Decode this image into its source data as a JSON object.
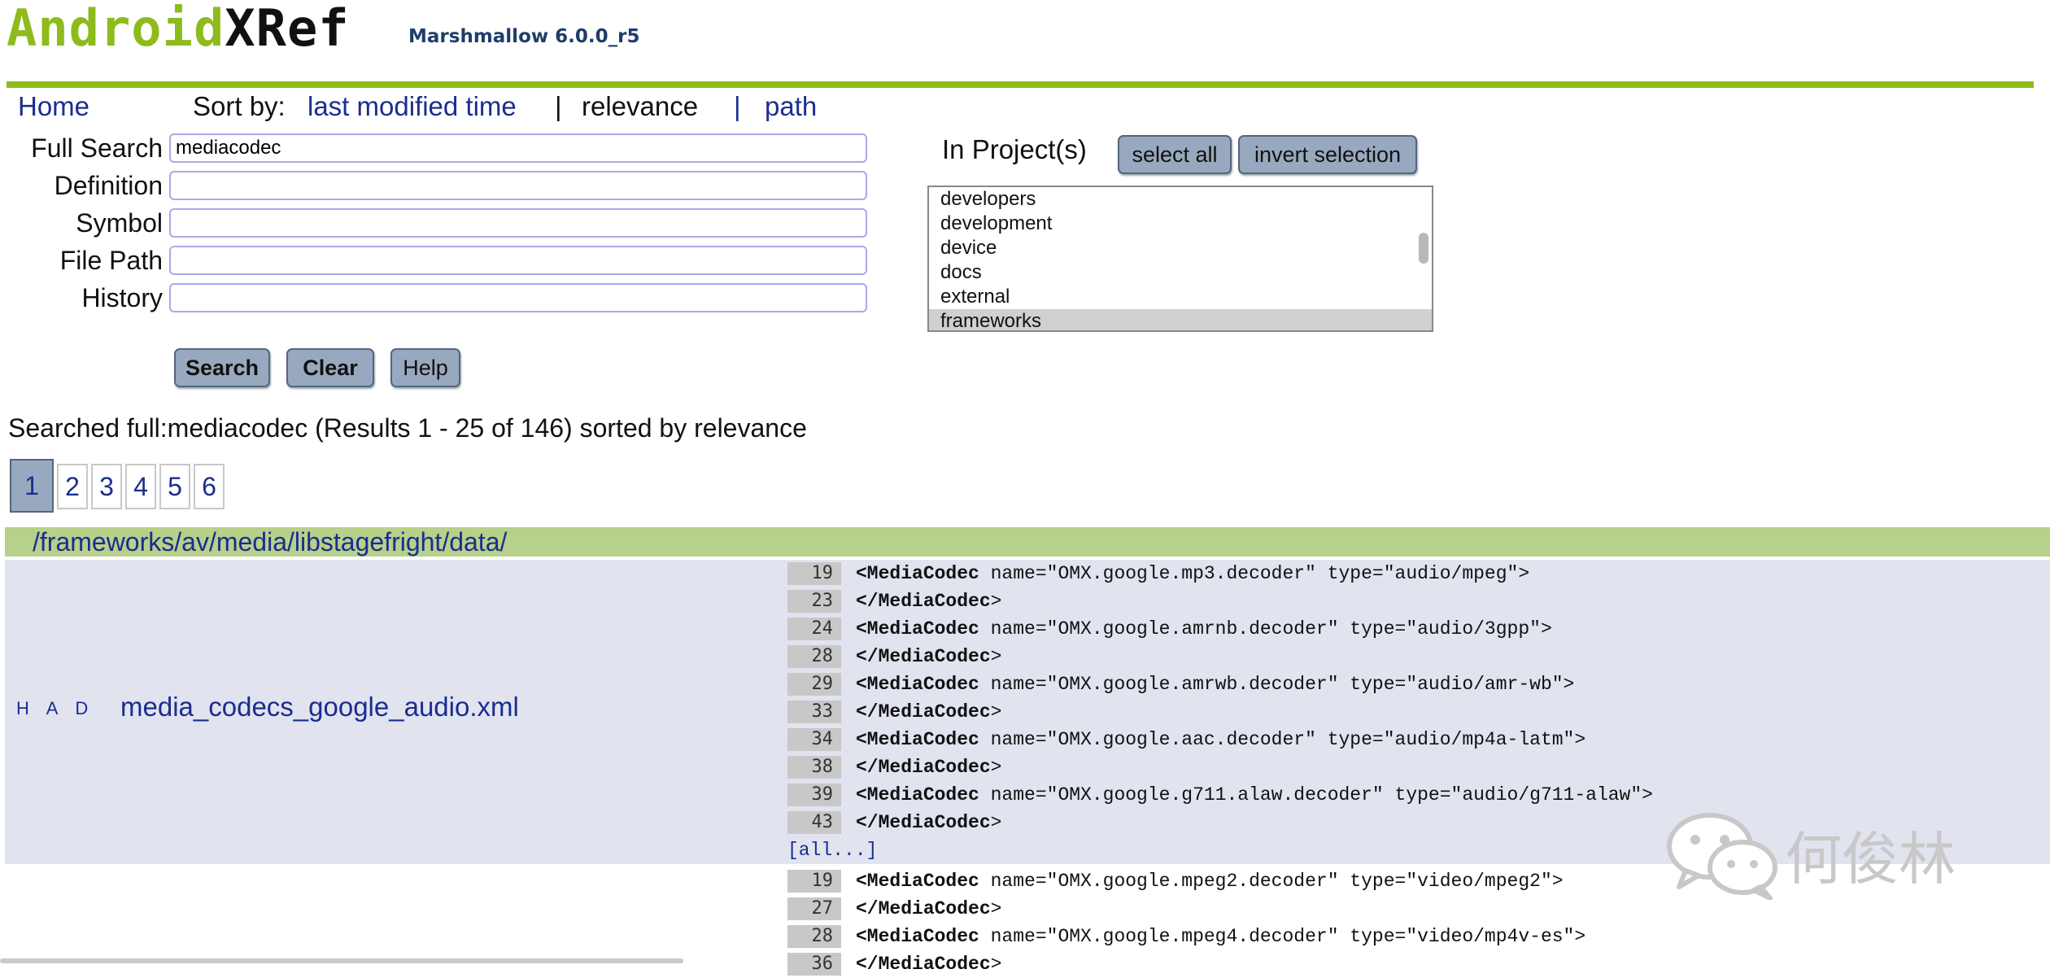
{
  "header": {
    "logo_part1": "Android",
    "logo_part2": "XRef",
    "version": "Marshmallow 6.0.0_r5",
    "accent_color": "#8dbb1b"
  },
  "nav": {
    "home": "Home",
    "sort_by": "Sort by:",
    "last_modified": "last modified time",
    "sep1": "|",
    "relevance": "relevance",
    "sep2": "|",
    "path": "path"
  },
  "form": {
    "full_search_label": "Full Search",
    "full_search_value": "mediacodec",
    "definition_label": "Definition",
    "definition_value": "",
    "symbol_label": "Symbol",
    "symbol_value": "",
    "file_path_label": "File Path",
    "file_path_value": "",
    "history_label": "History",
    "history_value": "",
    "search_btn": "Search",
    "clear_btn": "Clear",
    "help_btn": "Help"
  },
  "projects": {
    "label": "In Project(s)",
    "select_all": "select all",
    "invert_selection": "invert selection",
    "items": [
      "developers",
      "development",
      "device",
      "docs",
      "external",
      "frameworks"
    ],
    "selected": "frameworks"
  },
  "results": {
    "summary": "Searched full:mediacodec (Results 1 - 25 of 146) sorted by relevance",
    "pages": [
      "1",
      "2",
      "3",
      "4",
      "5",
      "6"
    ],
    "current_page": "1",
    "directory": "/frameworks/av/media/libstagefright/data/",
    "file1": {
      "flags": "H A D",
      "name": "media_codecs_google_audio.xml",
      "lines": [
        {
          "n": "19",
          "tag": "<MediaCodec",
          "rest": " name=\"OMX.google.mp3.decoder\" type=\"audio/mpeg\">"
        },
        {
          "n": "23",
          "tag": "</MediaCodec",
          "rest": ">"
        },
        {
          "n": "24",
          "tag": "<MediaCodec",
          "rest": " name=\"OMX.google.amrnb.decoder\" type=\"audio/3gpp\">"
        },
        {
          "n": "28",
          "tag": "</MediaCodec",
          "rest": ">"
        },
        {
          "n": "29",
          "tag": "<MediaCodec",
          "rest": " name=\"OMX.google.amrwb.decoder\" type=\"audio/amr-wb\">"
        },
        {
          "n": "33",
          "tag": "</MediaCodec",
          "rest": ">"
        },
        {
          "n": "34",
          "tag": "<MediaCodec",
          "rest": " name=\"OMX.google.aac.decoder\" type=\"audio/mp4a-latm\">"
        },
        {
          "n": "38",
          "tag": "</MediaCodec",
          "rest": ">"
        },
        {
          "n": "39",
          "tag": "<MediaCodec",
          "rest": " name=\"OMX.google.g711.alaw.decoder\" type=\"audio/g711-alaw\">"
        },
        {
          "n": "43",
          "tag": "</MediaCodec",
          "rest": ">"
        }
      ],
      "all_link": "[all...]"
    },
    "file2": {
      "lines": [
        {
          "n": "19",
          "tag": "<MediaCodec",
          "rest": " name=\"OMX.google.mpeg2.decoder\" type=\"video/mpeg2\">"
        },
        {
          "n": "27",
          "tag": "</MediaCodec",
          "rest": ">"
        },
        {
          "n": "28",
          "tag": "<MediaCodec",
          "rest": " name=\"OMX.google.mpeg4.decoder\" type=\"video/mp4v-es\">"
        },
        {
          "n": "36",
          "tag": "</MediaCodec",
          "rest": ">"
        }
      ]
    }
  },
  "watermark": {
    "text": "何俊林",
    "icon": "wechat-icon"
  }
}
